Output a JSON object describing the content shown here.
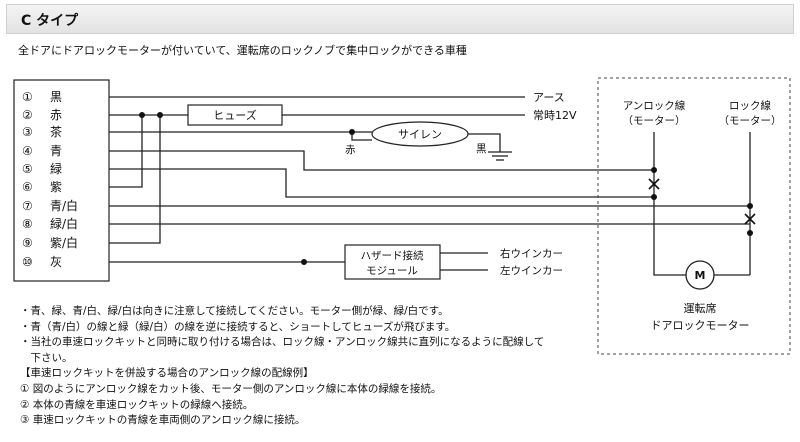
{
  "title": "C タイプ",
  "description": "全ドアにドアロックモーターが付いていて、運転席のロックノブで集中ロックができる車種",
  "wires": [
    {
      "num": "①",
      "label": "黒"
    },
    {
      "num": "②",
      "label": "赤"
    },
    {
      "num": "③",
      "label": "茶"
    },
    {
      "num": "④",
      "label": "青"
    },
    {
      "num": "⑤",
      "label": "緑"
    },
    {
      "num": "⑥",
      "label": "紫"
    },
    {
      "num": "⑦",
      "label": "青/白"
    },
    {
      "num": "⑧",
      "label": "緑/白"
    },
    {
      "num": "⑨",
      "label": "紫/白"
    },
    {
      "num": "⑩",
      "label": "灰"
    }
  ],
  "labels": {
    "earth": "アース",
    "constant_12v": "常時12V",
    "fuse": "ヒューズ",
    "siren": "サイレン",
    "siren_red": "赤",
    "siren_black": "黒",
    "hazard_line1": "ハザード接続",
    "hazard_line2": "モジュール",
    "right_winker": "右ウインカー",
    "left_winker": "左ウインカー",
    "unlock_line1": "アンロック線",
    "unlock_line2": "（モーター）",
    "lock_line1": "ロック線",
    "lock_line2": "（モーター）",
    "motor": "M",
    "driver_line1": "運転席",
    "driver_line2": "ドアロックモーター"
  },
  "notes": [
    "・青、緑、青/白、緑/白は向きに注意して接続してください。モーター側が緑、緑/白です。",
    "・青（青/白）の線と緑（緑/白）の線を逆に接続すると、ショートしてヒューズが飛びます。",
    "・当社の車速ロックキットと同時に取り付ける場合は、ロック線・アンロック線共に直列になるように配線して",
    "　下さい。",
    "【車速ロックキットを併設する場合のアンロック線の配線例】",
    "①  図のようにアンロック線をカット後、モーター側のアンロック線に本体の緑線を接続。",
    "②  本体の青線を車速ロックキットの緑線へ接続。",
    "③  車速ロックキットの青線を車両側のアンロック線に接続。"
  ]
}
